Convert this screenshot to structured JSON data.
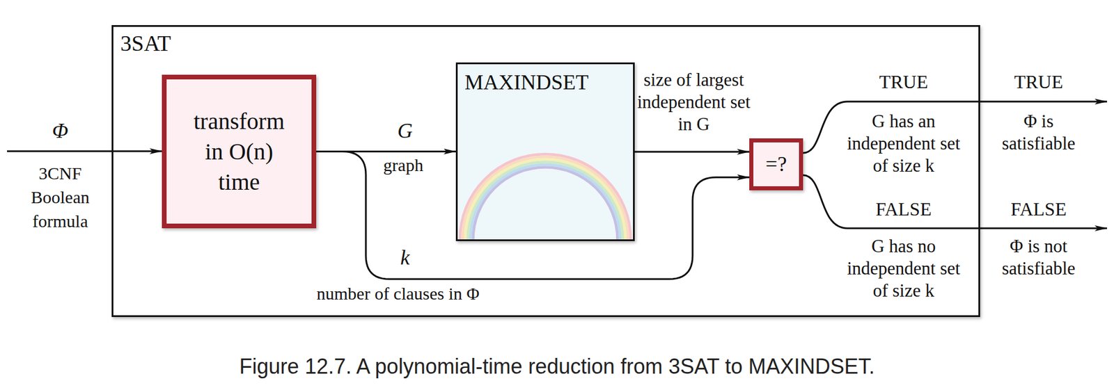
{
  "diagram": {
    "caption": "Figure 12.7. A polynomial-time reduction from 3SAT to MAXINDSET.",
    "nodes": [
      {
        "text": [
          "3SAT"
        ]
      },
      {
        "text": [
          "transform in O(n) time"
        ],
        "in": 0
      },
      {
        "text": [
          "MAXINDSET"
        ],
        "in": 0
      },
      {
        "text": [
          "=?"
        ],
        "in": 0
      }
    ],
    "edges": [
      {
        "from": 1,
        "to": 2,
        "arrow": "to",
        "label": "G"
      },
      {
        "from": 1,
        "to": 3,
        "arrow": "to",
        "label": "k"
      },
      {
        "from": 2,
        "to": 3,
        "arrow": "to",
        "label": "size of largest independent set in G"
      }
    ],
    "labels": [
      "Φ",
      "3CNF Boolean formula",
      "graph",
      "number of clauses in Φ",
      "TRUE",
      "G has an independent set of size k",
      "TRUE",
      "Φ is satisfiable",
      "FALSE",
      "G has no independent set of size k",
      "FALSE",
      "Φ is not satisfiable"
    ]
  }
}
